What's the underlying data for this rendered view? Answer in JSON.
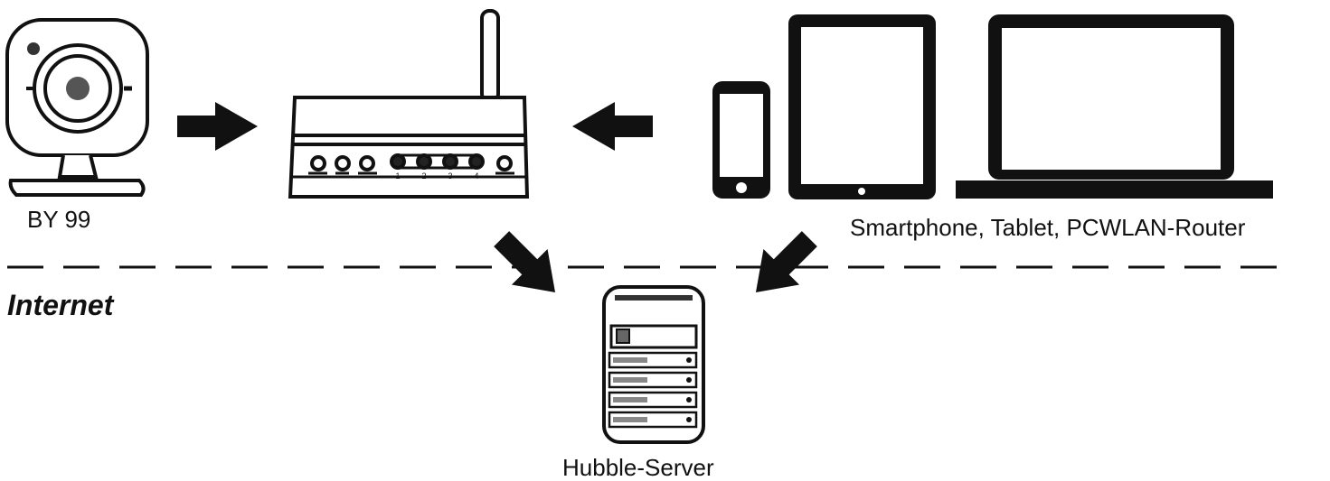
{
  "labels": {
    "camera": "BY 99",
    "devices": "Smartphone, Tablet, PCWLAN-Router",
    "internet": "Internet",
    "server": "Hubble-Server"
  },
  "router_ports": [
    "1",
    "2",
    "3",
    "4"
  ],
  "icons": {
    "camera": "baby-camera-icon",
    "router": "wlan-router-icon",
    "smartphone": "smartphone-icon",
    "tablet": "tablet-icon",
    "laptop": "laptop-icon",
    "server": "server-icon"
  },
  "colors": {
    "ink": "#111111",
    "background": "#ffffff"
  }
}
